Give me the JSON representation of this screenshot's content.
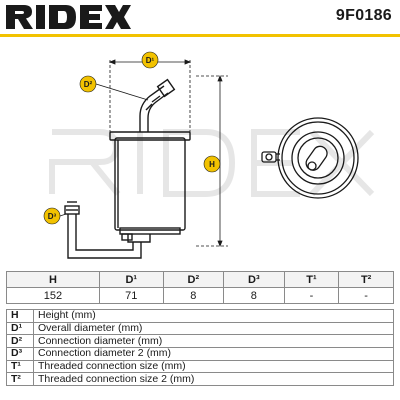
{
  "brand": "RIDEX",
  "part_number": "9F0186",
  "drawing": {
    "labels": {
      "d1": "D¹",
      "d2": "D²",
      "d3": "D³",
      "h": "H"
    }
  },
  "specs": {
    "headers": [
      "H",
      "D¹",
      "D²",
      "D³",
      "T¹",
      "T²"
    ],
    "values": [
      "152",
      "71",
      "8",
      "8",
      "-",
      "-"
    ]
  },
  "legend": [
    {
      "code": "H",
      "desc": "Height (mm)"
    },
    {
      "code": "D¹",
      "desc": "Overall diameter (mm)"
    },
    {
      "code": "D²",
      "desc": "Connection diameter (mm)"
    },
    {
      "code": "D³",
      "desc": "Connection diameter 2 (mm)"
    },
    {
      "code": "T¹",
      "desc": "Threaded connection size (mm)"
    },
    {
      "code": "T²",
      "desc": "Threaded connection size 2 (mm)"
    }
  ],
  "colors": {
    "accent": "#f2c200",
    "line": "#1a1a1a"
  }
}
